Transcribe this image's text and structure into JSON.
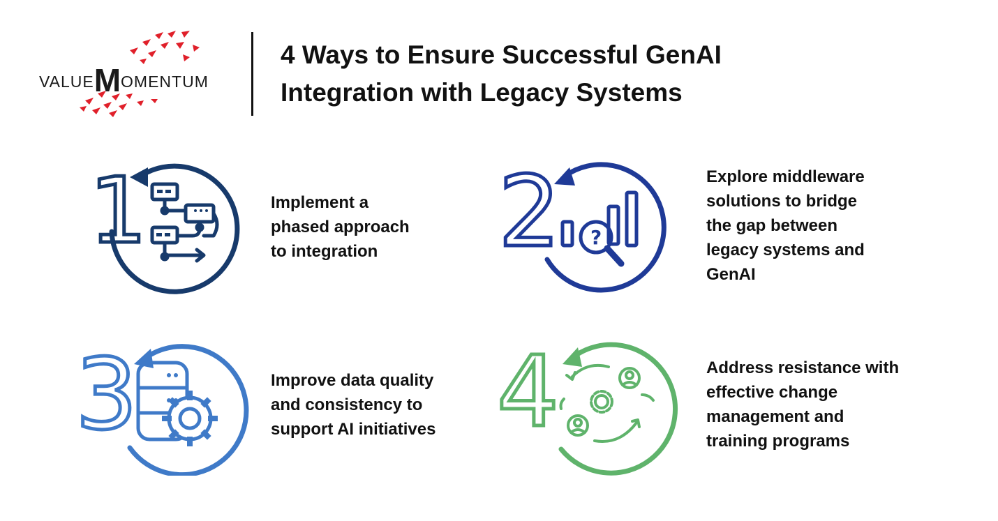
{
  "logo": {
    "prefix": "VALUE",
    "initial": "M",
    "suffix": "OMENTUM"
  },
  "title": {
    "line1": "4 Ways to Ensure Successful GenAI",
    "line2": "Integration with Legacy Systems"
  },
  "colors": {
    "logo_red": "#e0202a",
    "step1": "#173a6b",
    "step2": "#1f3a97",
    "step3": "#3f7ac8",
    "step4": "#5fb36b"
  },
  "steps": [
    {
      "number": "1",
      "icon": "workflow-diagram-icon",
      "lines": [
        "Implement a",
        "phased approach",
        "to integration"
      ]
    },
    {
      "number": "2",
      "icon": "analytics-search-icon",
      "lines": [
        "Explore middleware",
        "solutions to bridge",
        "the gap between",
        "legacy systems and",
        "GenAI"
      ]
    },
    {
      "number": "3",
      "icon": "database-gear-icon",
      "lines": [
        "Improve data quality",
        "and consistency to",
        "support AI initiatives"
      ]
    },
    {
      "number": "4",
      "icon": "people-cycle-icon",
      "lines": [
        "Address resistance with",
        "effective change",
        "management and",
        "training programs"
      ]
    }
  ]
}
